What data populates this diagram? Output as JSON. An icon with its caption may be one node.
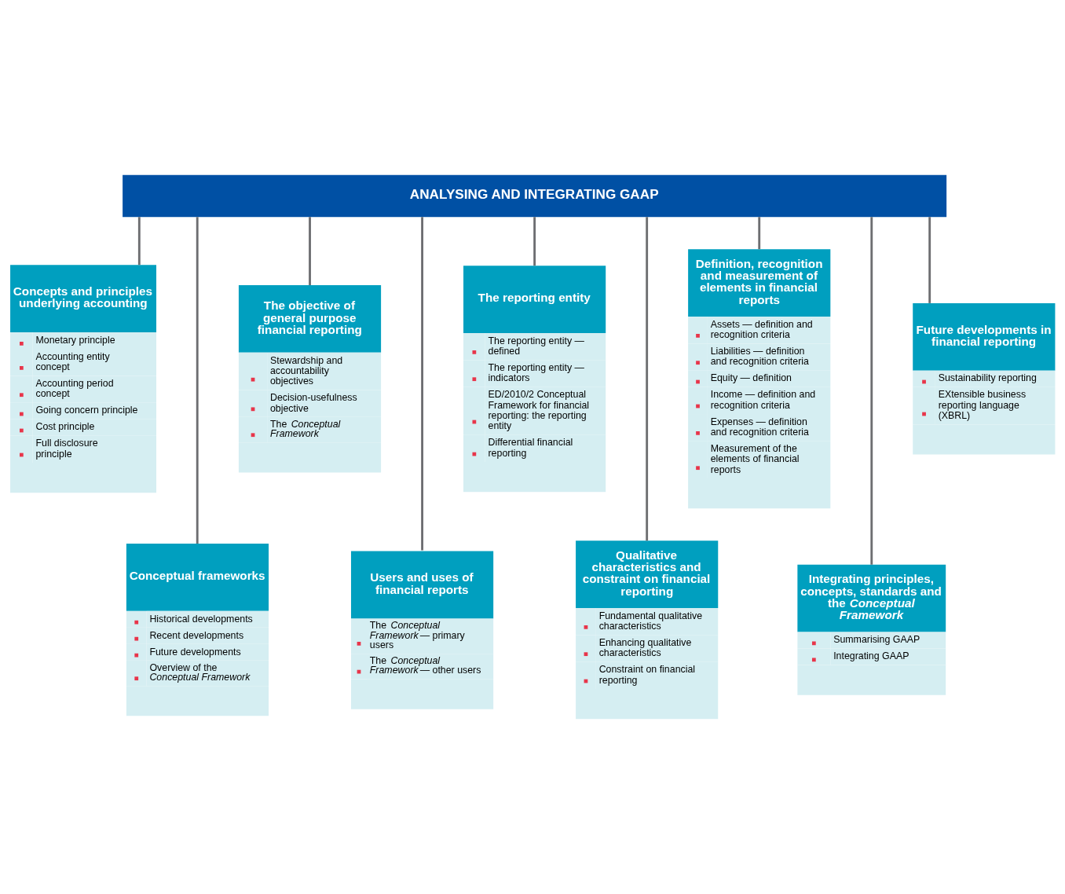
{
  "diagram": {
    "nodes": [
      {
        "text": [
          "ANALYSING AND INTEGRATING GAAP"
        ]
      },
      {
        "text": [
          "Concepts and principles underlying accounting",
          "Monetary principle",
          "Accounting entity concept",
          "Accounting period concept",
          "Going concern principle",
          "Cost principle",
          "Full disclosure principle"
        ]
      },
      {
        "text": [
          "The objective of general purpose financial reporting",
          "Stewardship and accountability objectives",
          "Decision-usefulness objective",
          "The *Conceptual Framework*"
        ]
      },
      {
        "text": [
          "The reporting entity",
          "The reporting entity — defined",
          "The reporting entity — indicators",
          "ED/2010/2 Conceptual Framework for financial reporting: the reporting entity",
          "Differential financial reporting"
        ]
      },
      {
        "text": [
          "Definition, recognition and measurement of elements in financial reports",
          "Assets — definition and recognition criteria",
          "Liabilities — definition and recognition criteria",
          "Equity — definition",
          "Income — definition and recognition criteria",
          "Expenses — definition and recognition criteria",
          "Measurement of the elements of financial reports"
        ]
      },
      {
        "text": [
          "Future developments in financial reporting",
          "Sustainability reporting",
          "EXtensible business reporting language (XBRL)"
        ]
      },
      {
        "text": [
          "Conceptual frameworks",
          "Historical developments",
          "Recent developments",
          "Future developments",
          "Overview of the *Conceptual Framework*"
        ]
      },
      {
        "text": [
          "Users and uses of financial reports",
          "The *Conceptual Framework* — primary users",
          "The *Conceptual Framework* — other users"
        ]
      },
      {
        "text": [
          "Qualitative characteristics and constraint on financial reporting",
          "Fundamental qualitative characteristics",
          "Enhancing qualitative characteristics",
          "Constraint on financial reporting"
        ]
      },
      {
        "text": [
          "Integrating principles, concepts, standards and the *Conceptual Framework*",
          "Summarising GAAP",
          "Integrating GAAP"
        ]
      }
    ],
    "edges": [
      {
        "from": 0,
        "to": 1,
        "arrow": "none"
      },
      {
        "from": 0,
        "to": 6,
        "arrow": "none"
      },
      {
        "from": 0,
        "to": 2,
        "arrow": "none"
      },
      {
        "from": 0,
        "to": 7,
        "arrow": "none"
      },
      {
        "from": 0,
        "to": 3,
        "arrow": "none"
      },
      {
        "from": 0,
        "to": 8,
        "arrow": "none"
      },
      {
        "from": 0,
        "to": 4,
        "arrow": "none"
      },
      {
        "from": 0,
        "to": 9,
        "arrow": "none"
      },
      {
        "from": 0,
        "to": 5,
        "arrow": "none"
      }
    ]
  }
}
